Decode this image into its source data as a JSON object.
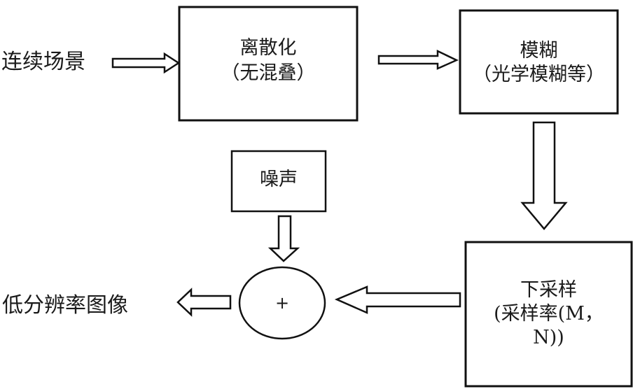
{
  "diagram": {
    "type": "flowchart",
    "input_label": "连续场景",
    "output_label": "低分辨率图像",
    "nodes": [
      {
        "id": "discretize",
        "title": "离散化",
        "subtitle": "（无混叠）"
      },
      {
        "id": "blur",
        "title": "模糊",
        "subtitle": "（光学模糊等）"
      },
      {
        "id": "downsample",
        "title": "下采样",
        "subtitle": "(采样率(M，",
        "subtitle2": "N))"
      },
      {
        "id": "noise",
        "title": "噪声"
      },
      {
        "id": "adder",
        "symbol": "+"
      }
    ],
    "edges": [
      {
        "from": "input",
        "to": "discretize"
      },
      {
        "from": "discretize",
        "to": "blur"
      },
      {
        "from": "blur",
        "to": "downsample"
      },
      {
        "from": "downsample",
        "to": "adder"
      },
      {
        "from": "noise",
        "to": "adder"
      },
      {
        "from": "adder",
        "to": "output"
      }
    ],
    "colors": {
      "stroke": "#111111",
      "fill": "#ffffff",
      "text": "#1a1a1a"
    }
  }
}
